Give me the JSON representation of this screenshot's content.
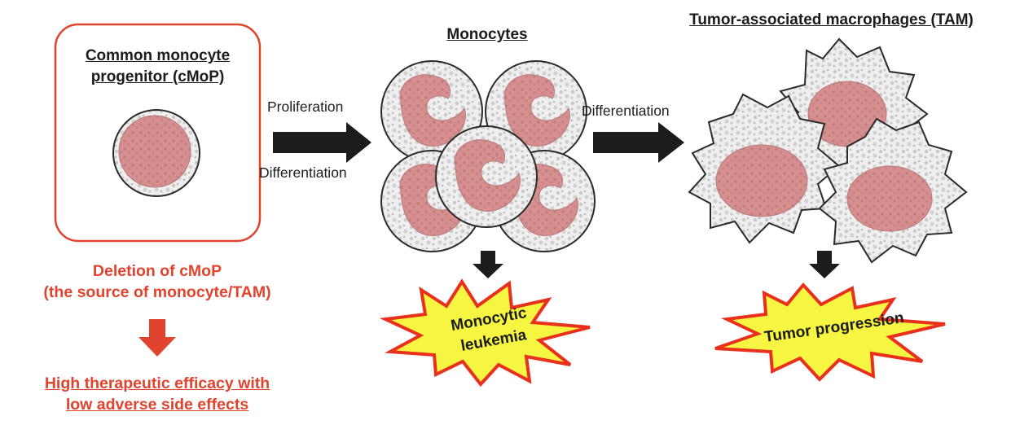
{
  "cmop": {
    "title_line1": "Common monocyte",
    "title_line2": "progenitor (cMoP)"
  },
  "monocytes": {
    "title": "Monocytes"
  },
  "tam": {
    "title": "Tumor-associated macrophages (TAM)"
  },
  "arrows": {
    "first_top": "Proliferation",
    "first_bottom": "Differentiation",
    "second_top": "Differentiation"
  },
  "deletion": {
    "line1": "Deletion of cMoP",
    "line2": "(the source of monocyte/TAM)"
  },
  "efficacy": {
    "line1": "High therapeutic efficacy with",
    "line2": "low adverse side effects"
  },
  "outcomes": {
    "leukemia_line1": "Monocytic",
    "leukemia_line2": "leukemia",
    "tumor": "Tumor progression"
  },
  "colors": {
    "red_accent": "#e0442f",
    "arrow_dark": "#1c1c1c",
    "nucleus": "#d58f8f",
    "burst_fill": "#f5f542",
    "burst_outline": "#e8301c"
  }
}
